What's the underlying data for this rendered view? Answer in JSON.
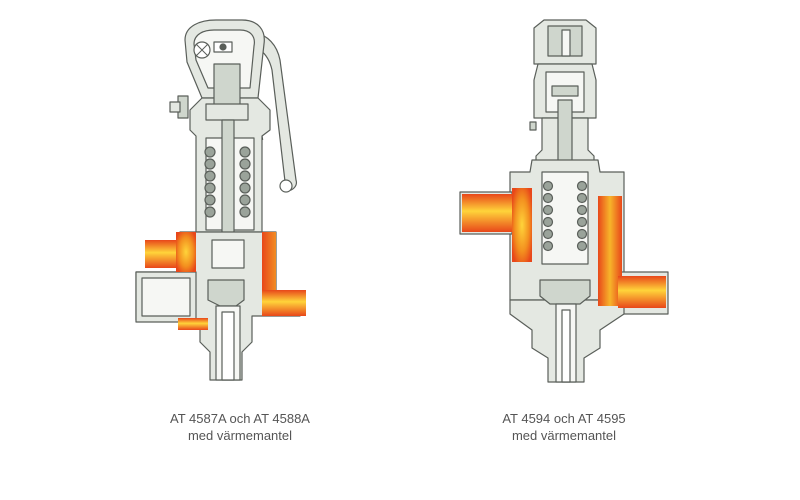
{
  "figures": [
    {
      "id": "left-valve",
      "caption_line1": "AT 4587A och AT 4588A",
      "caption_line2": "med värmemantel"
    },
    {
      "id": "right-valve",
      "caption_line1": "AT 4594 och AT 4595",
      "caption_line2": "med värmemantel"
    }
  ],
  "colors": {
    "background": "#ffffff",
    "body_fill": "#e4e8e2",
    "inner_fill": "#f6f7f4",
    "part_fill": "#cfd6cd",
    "outline": "#5a5f5a",
    "spring": "#9aa39a",
    "heat_outer": "#e8471a",
    "heat_mid": "#f3901f",
    "heat_inner": "#ffd43a",
    "caption_text": "#555555"
  }
}
